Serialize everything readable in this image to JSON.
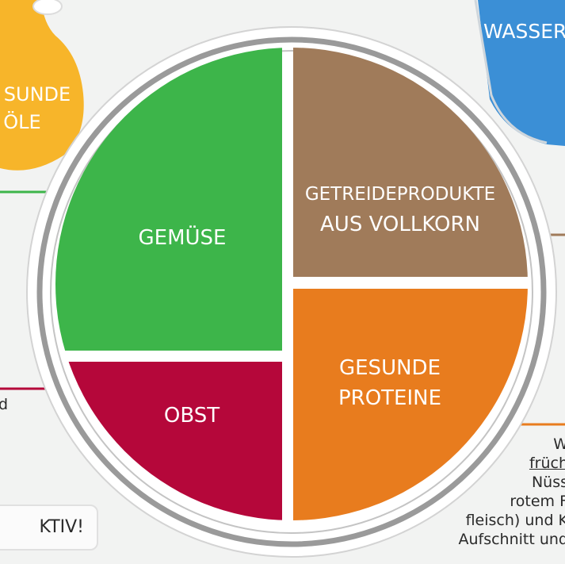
{
  "colors": {
    "vegetables": "#3db54a",
    "grains": "#a07b5a",
    "fruit": "#b5073a",
    "protein": "#e87c1e",
    "oil": "#f7b52a",
    "water": "#3b8fd6",
    "plate_rim": "#ffffff",
    "plate_ring": "#9a9a9a"
  },
  "plate": {
    "vegetables_label": "GEMÜSE",
    "grains_line1": "GETREIDEPRODUKTE",
    "grains_line2": "AUS VOLLKORN",
    "fruit_label": "OBST",
    "protein_line1": "GESUNDE",
    "protein_line2": "PROTEINE"
  },
  "oil_bottle": {
    "line1": "SUNDE",
    "line2": "ÖLE"
  },
  "water_glass": {
    "label": "WASSER"
  },
  "left_text": {
    "fragment": "d"
  },
  "active_box": {
    "label": "KTIV!"
  },
  "protein_note": {
    "line1": "W",
    "line2": "früch",
    "line3": "Nüss",
    "line4": "rotem F",
    "line5": "fleisch) und K",
    "line6": "Aufschnitt und"
  }
}
